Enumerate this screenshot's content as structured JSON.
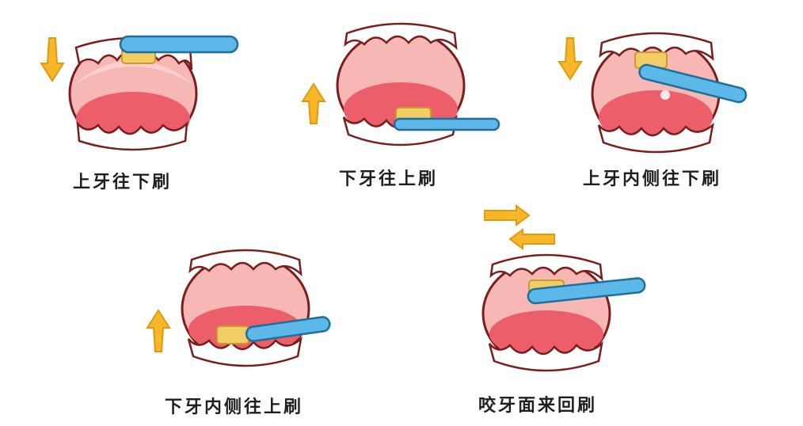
{
  "steps": [
    {
      "caption": "上牙往下刷"
    },
    {
      "caption": "下牙往上刷"
    },
    {
      "caption": "上牙内侧往下刷"
    },
    {
      "caption": "下牙内侧往上刷"
    },
    {
      "caption": "咬牙面来回刷"
    }
  ],
  "colors": {
    "mouth_fill": "#f7b7b5",
    "mouth_outline": "#7a1d1d",
    "tongue": "#ec5f6a",
    "teeth": "#ffffff",
    "brush": "#5bb8e8",
    "brush_outline": "#1f6f9a",
    "bristles": "#f2cd66",
    "arrow": "#f7b728"
  },
  "icons": [
    "arrow-down-icon",
    "arrow-up-icon",
    "arrow-right-icon",
    "arrow-left-icon"
  ]
}
